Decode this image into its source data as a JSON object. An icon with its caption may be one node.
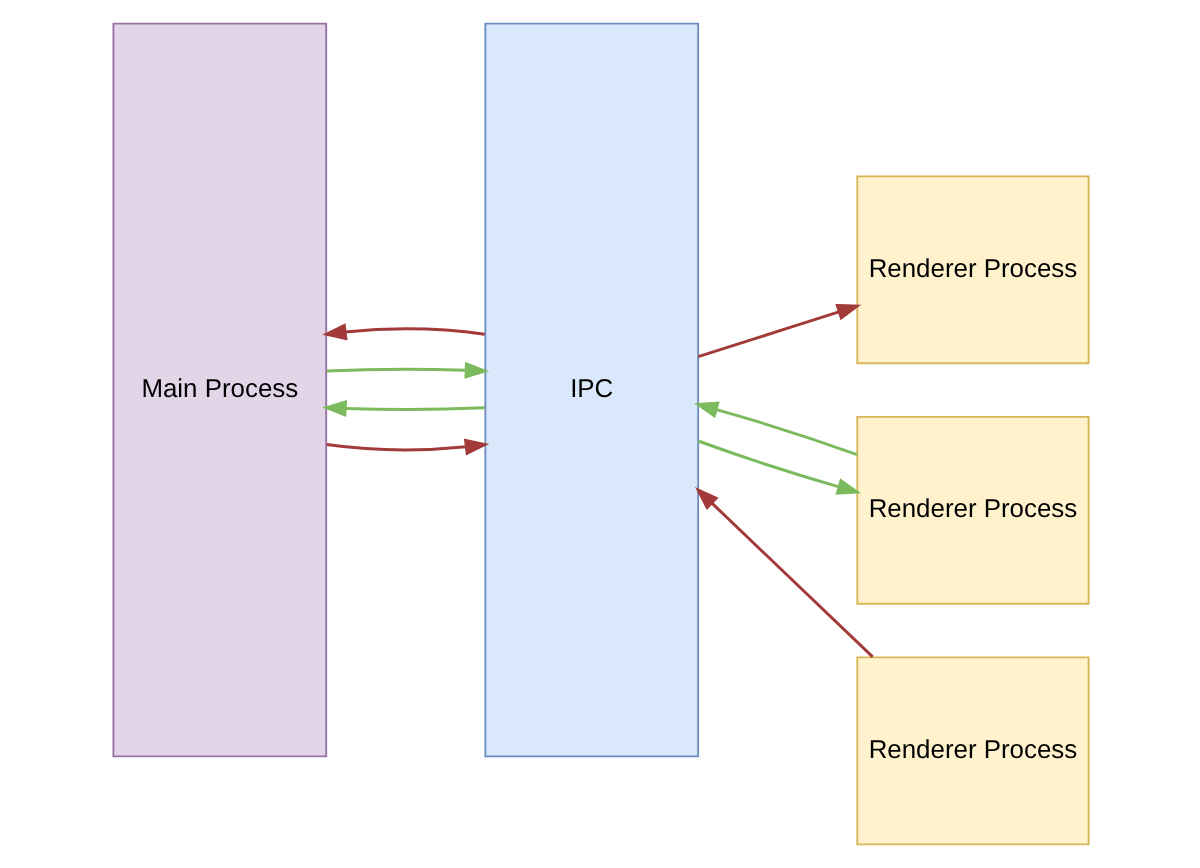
{
  "diagram": {
    "nodes": [
      {
        "text": [
          "Main Process"
        ]
      },
      {
        "text": [
          "IPC"
        ]
      },
      {
        "text": [
          "Renderer Process"
        ]
      },
      {
        "text": [
          "Renderer Process"
        ]
      },
      {
        "text": [
          "Renderer Process"
        ]
      }
    ],
    "edges": [
      {
        "from": 0,
        "to": 1,
        "arrow": "to",
        "color": "#a33a3a"
      },
      {
        "from": 1,
        "to": 2,
        "arrow": "to",
        "color": "#a33a3a"
      },
      {
        "from": 3,
        "to": 1,
        "arrow": "to",
        "color": "#7cba5e"
      },
      {
        "from": 1,
        "to": 0,
        "arrow": "to",
        "color": "#7cba5e"
      },
      {
        "from": 0,
        "to": 1,
        "arrow": "to",
        "color": "#7cba5e"
      },
      {
        "from": 1,
        "to": 3,
        "arrow": "to",
        "color": "#7cba5e"
      },
      {
        "from": 4,
        "to": 1,
        "arrow": "to",
        "color": "#a33a3a"
      },
      {
        "from": 1,
        "to": 0,
        "arrow": "to",
        "color": "#a33a3a"
      }
    ]
  }
}
